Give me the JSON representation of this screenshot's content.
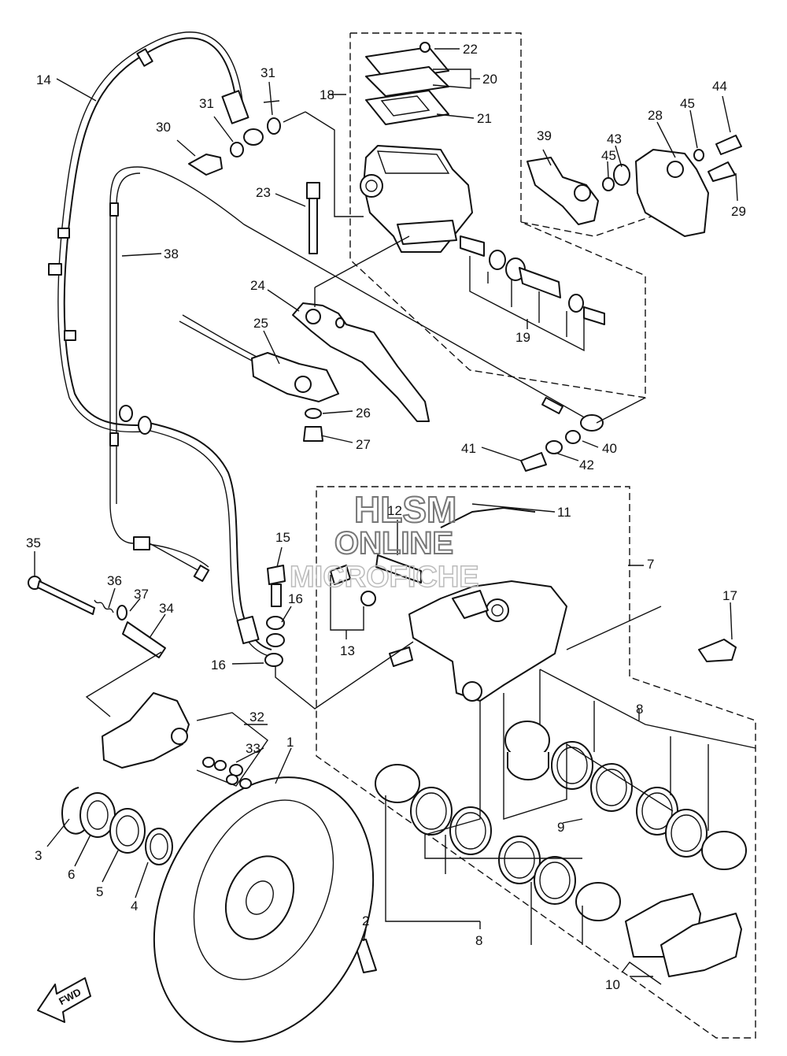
{
  "watermark": {
    "line1": "HLSM",
    "line2": "ONLINE",
    "line3": "MICROFICHE"
  },
  "fwd_arrow": {
    "label": "FWD"
  },
  "callouts": [
    {
      "id": "c1",
      "text": "1"
    },
    {
      "id": "c2",
      "text": "2"
    },
    {
      "id": "c3",
      "text": "3"
    },
    {
      "id": "c4",
      "text": "4"
    },
    {
      "id": "c5",
      "text": "5"
    },
    {
      "id": "c6",
      "text": "6"
    },
    {
      "id": "c7",
      "text": "7"
    },
    {
      "id": "c8a",
      "text": "8"
    },
    {
      "id": "c8b",
      "text": "8"
    },
    {
      "id": "c9",
      "text": "9"
    },
    {
      "id": "c10",
      "text": "10"
    },
    {
      "id": "c11",
      "text": "11"
    },
    {
      "id": "c12",
      "text": "12"
    },
    {
      "id": "c13",
      "text": "13"
    },
    {
      "id": "c14",
      "text": "14"
    },
    {
      "id": "c15",
      "text": "15"
    },
    {
      "id": "c16a",
      "text": "16"
    },
    {
      "id": "c16b",
      "text": "16"
    },
    {
      "id": "c17",
      "text": "17"
    },
    {
      "id": "c18",
      "text": "18"
    },
    {
      "id": "c19",
      "text": "19"
    },
    {
      "id": "c20",
      "text": "20"
    },
    {
      "id": "c21",
      "text": "21"
    },
    {
      "id": "c22",
      "text": "22"
    },
    {
      "id": "c23",
      "text": "23"
    },
    {
      "id": "c24",
      "text": "24"
    },
    {
      "id": "c25",
      "text": "25"
    },
    {
      "id": "c26",
      "text": "26"
    },
    {
      "id": "c27",
      "text": "27"
    },
    {
      "id": "c28",
      "text": "28"
    },
    {
      "id": "c29",
      "text": "29"
    },
    {
      "id": "c30",
      "text": "30"
    },
    {
      "id": "c31a",
      "text": "31"
    },
    {
      "id": "c31b",
      "text": "31"
    },
    {
      "id": "c32",
      "text": "32"
    },
    {
      "id": "c33",
      "text": "33"
    },
    {
      "id": "c34",
      "text": "34"
    },
    {
      "id": "c35",
      "text": "35"
    },
    {
      "id": "c36",
      "text": "36"
    },
    {
      "id": "c37",
      "text": "37"
    },
    {
      "id": "c38",
      "text": "38"
    },
    {
      "id": "c39",
      "text": "39"
    },
    {
      "id": "c40",
      "text": "40"
    },
    {
      "id": "c41",
      "text": "41"
    },
    {
      "id": "c42",
      "text": "42"
    },
    {
      "id": "c43",
      "text": "43"
    },
    {
      "id": "c44",
      "text": "44"
    },
    {
      "id": "c45a",
      "text": "45"
    },
    {
      "id": "c45b",
      "text": "45"
    }
  ]
}
